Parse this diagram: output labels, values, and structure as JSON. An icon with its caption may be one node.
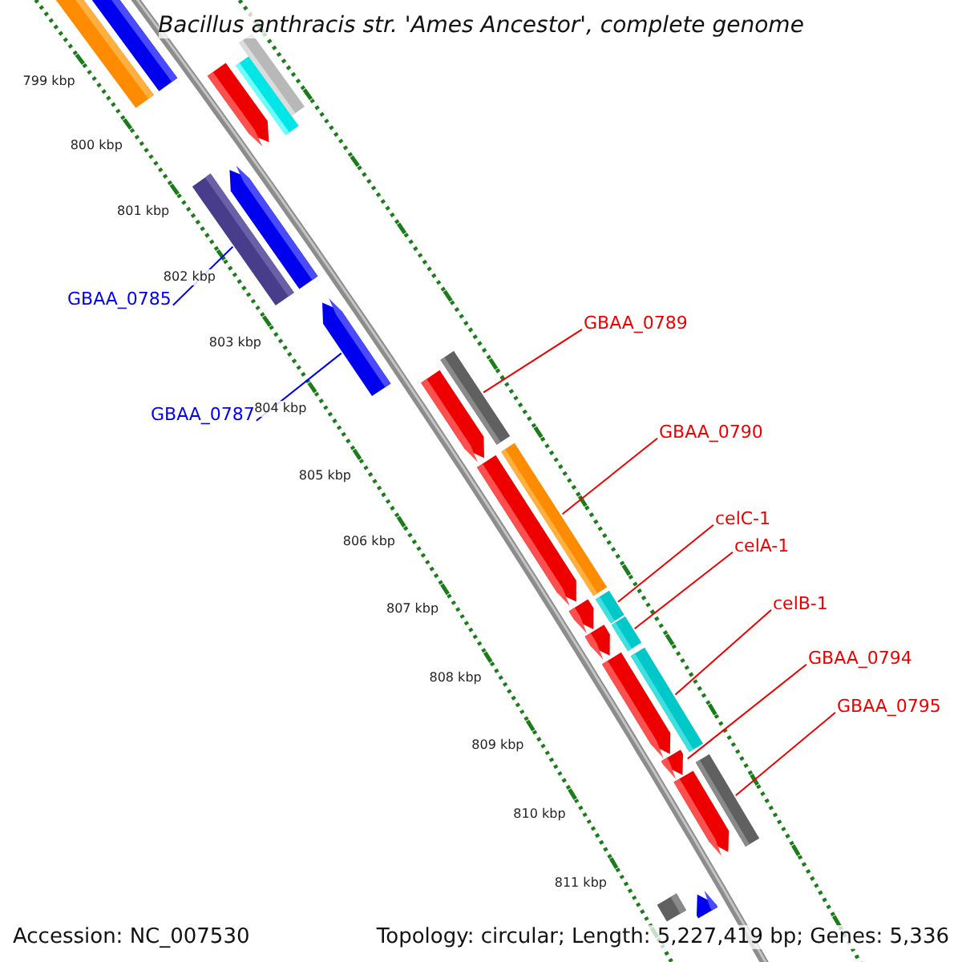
{
  "diagram": {
    "title": "Bacillus anthracis str. 'Ames Ancestor', complete genome",
    "nodes": [
      {
        "text": [
          "GBAA_0785"
        ]
      },
      {
        "text": [
          "GBAA_0787"
        ]
      },
      {
        "text": [
          "GBAA_0789"
        ]
      },
      {
        "text": [
          "GBAA_0790"
        ]
      },
      {
        "text": [
          "celC-1"
        ]
      },
      {
        "text": [
          "celA-1"
        ]
      },
      {
        "text": [
          "celB-1"
        ]
      },
      {
        "text": [
          "GBAA_0794"
        ]
      },
      {
        "text": [
          "GBAA_0795"
        ]
      },
      {
        "text": [],
        "shape": "bar"
      },
      {
        "text": [],
        "shape": "arrow"
      },
      {
        "text": [],
        "shape": "arrow"
      },
      {
        "text": [],
        "shape": "bar"
      },
      {
        "text": [],
        "shape": "bar"
      },
      {
        "text": [],
        "shape": "bar"
      },
      {
        "text": [],
        "shape": "arrow"
      },
      {
        "text": [],
        "shape": "arrow"
      },
      {
        "text": [],
        "shape": "arrow"
      },
      {
        "text": [],
        "shape": "bar"
      },
      {
        "text": [],
        "shape": "arrow"
      },
      {
        "text": [],
        "shape": "bar"
      },
      {
        "text": [],
        "shape": "arrow"
      },
      {
        "text": [],
        "shape": "bar"
      },
      {
        "text": [],
        "shape": "arrow"
      },
      {
        "text": [],
        "shape": "bar"
      },
      {
        "text": [],
        "shape": "arrow"
      },
      {
        "text": [],
        "shape": "bar"
      },
      {
        "text": [],
        "shape": "arrow"
      },
      {
        "text": [],
        "shape": "arrow"
      },
      {
        "text": [],
        "shape": "bar"
      },
      {
        "text": [],
        "shape": "bar"
      },
      {
        "text": [],
        "shape": "arrow"
      }
    ],
    "edges": [
      {
        "from": 0,
        "to": 14,
        "arrow": "none",
        "color": "#0000ee"
      },
      {
        "from": 1,
        "to": 16,
        "arrow": "none",
        "color": "#0000ee"
      },
      {
        "from": 2,
        "to": 18,
        "arrow": "none"
      },
      {
        "from": 3,
        "to": 20,
        "arrow": "none"
      },
      {
        "from": 4,
        "to": 22,
        "arrow": "none"
      },
      {
        "from": 5,
        "to": 24,
        "arrow": "none"
      },
      {
        "from": 6,
        "to": 26,
        "arrow": "none"
      },
      {
        "from": 7,
        "to": 27,
        "arrow": "none"
      },
      {
        "from": 8,
        "to": 29,
        "arrow": "none"
      }
    ],
    "labels": [
      "799 kbp",
      "800 kbp",
      "801 kbp",
      "802 kbp",
      "803 kbp",
      "804 kbp",
      "805 kbp",
      "806 kbp",
      "807 kbp",
      "808 kbp",
      "809 kbp",
      "810 kbp",
      "811 kbp",
      "Accession: NC_007530",
      "Topology: circular; Length: 5,227,419 bp; Genes: 5,336"
    ]
  }
}
